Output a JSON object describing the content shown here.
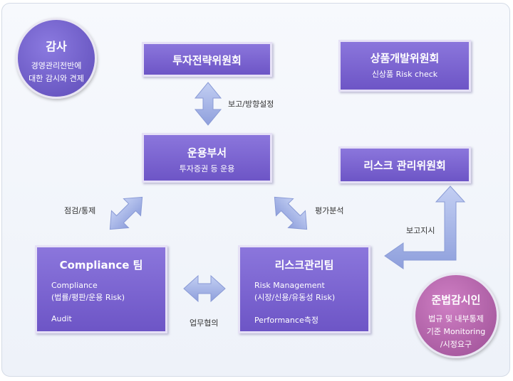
{
  "audit": {
    "title": "감사",
    "line1": "경영관리전반에",
    "line2": "대한 감시와 견제"
  },
  "invest_committee": {
    "title": "투자전략위원회"
  },
  "product_committee": {
    "title": "상품개발위원회",
    "sub": "신상품 Risk check"
  },
  "operations": {
    "title": "운용부서",
    "sub": "투자증권 등 운용"
  },
  "risk_committee": {
    "title": "리스크 관리위원회"
  },
  "compliance_team": {
    "title": "Compliance 팀",
    "line1": "Compliance",
    "line2": "(법률/평판/운용 Risk)",
    "line3": "Audit"
  },
  "risk_team": {
    "title": "리스크관리팀",
    "line1": "Risk Management",
    "line2": "(시장/신용/유동성 Risk)",
    "line3": "Performance측정"
  },
  "compliance_officer": {
    "title": "준법감시인",
    "line1": "법규 및 내부통제",
    "line2": "기준 Monitoring",
    "line3": "/시정요구"
  },
  "labels": {
    "report_direction": "보고/방향설정",
    "inspect_control": "점검/통제",
    "evaluate_analyze": "평가분석",
    "report_instruct": "보고지시",
    "cooperation": "업무협의"
  },
  "colors": {
    "box": "#7761d0",
    "arrow": "#a6b5e8",
    "audit_circle": "#6a58c4",
    "officer_circle": "#b05fa8"
  }
}
